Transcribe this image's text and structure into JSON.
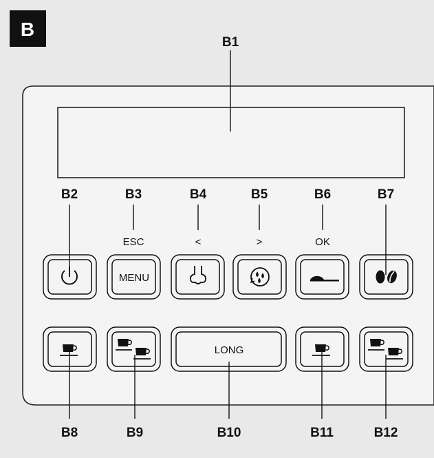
{
  "figure": {
    "badge": "B",
    "display_label": "B1",
    "top_labels": [
      {
        "id": "B2",
        "sub": ""
      },
      {
        "id": "B3",
        "sub": "ESC"
      },
      {
        "id": "B4",
        "sub": "<"
      },
      {
        "id": "B5",
        "sub": ">"
      },
      {
        "id": "B6",
        "sub": "OK"
      },
      {
        "id": "B7",
        "sub": ""
      }
    ],
    "top_buttons": [
      {
        "icon": "power-icon"
      },
      {
        "icon": "menu-text",
        "text": "MENU"
      },
      {
        "icon": "steam-icon"
      },
      {
        "icon": "rinse-icon"
      },
      {
        "icon": "spoon-icon"
      },
      {
        "icon": "coffee-beans-icon"
      }
    ],
    "bottom_buttons": [
      {
        "icon": "cup-icon"
      },
      {
        "icon": "two-cups-icon"
      },
      {
        "icon": "long-text",
        "text": "LONG"
      },
      {
        "icon": "cup-icon"
      },
      {
        "icon": "two-cups-icon"
      }
    ],
    "bottom_labels": [
      "B8",
      "B9",
      "B10",
      "B11",
      "B12"
    ]
  }
}
